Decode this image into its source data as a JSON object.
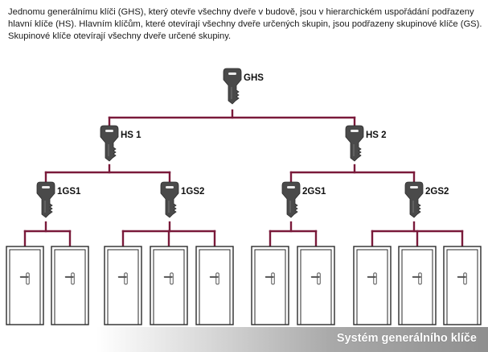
{
  "intro_text": "Jednomu generálnímu klíči (GHS), který otevře všechny dveře v budově, jsou v hierarchickém uspořádání podřazeny hlavní klíče (HS). Hlavním klíčům, které otevírají všechny dveře určených skupin, jsou podřazeny skupinové klíče (GS). Skupinové klíče otevírají všechny dveře určené skupiny.",
  "caption": "Systém generálního klíče",
  "colors": {
    "connector": "#7a1a3a",
    "key": "#4a4a4a",
    "door_outline": "#2a2a2a",
    "door_fill": "#ffffff"
  },
  "hierarchy": {
    "label": "GHS",
    "children": [
      {
        "label": "HS 1",
        "children": [
          {
            "label": "1GS1",
            "doors": 2
          },
          {
            "label": "1GS2",
            "doors": 3
          }
        ]
      },
      {
        "label": "HS 2",
        "children": [
          {
            "label": "2GS1",
            "doors": 2
          },
          {
            "label": "2GS2",
            "doors": 3
          }
        ]
      }
    ]
  }
}
